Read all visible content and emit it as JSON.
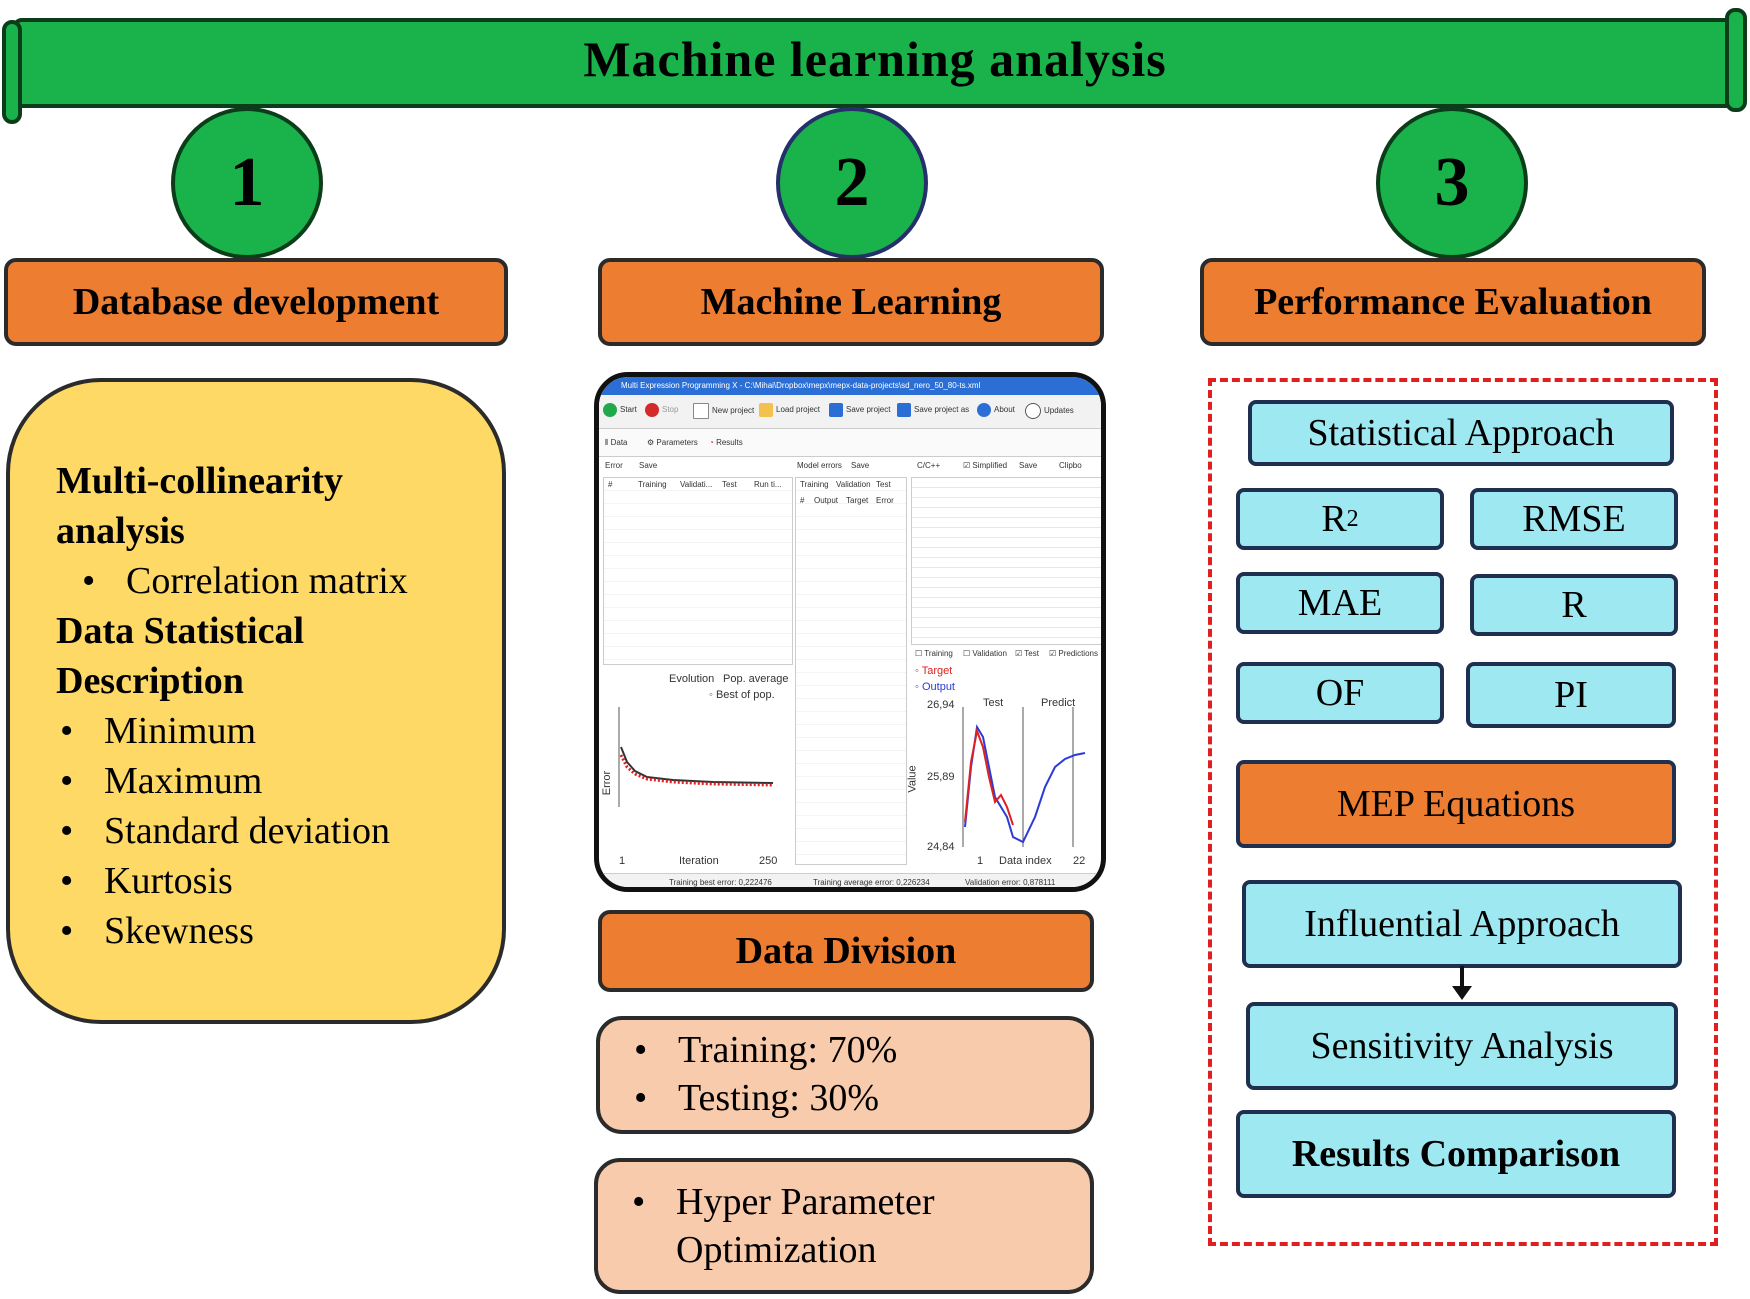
{
  "banner": {
    "title": "Machine learning analysis"
  },
  "steps": [
    {
      "number": "1",
      "header": "Database development"
    },
    {
      "number": "2",
      "header": "Machine Learning"
    },
    {
      "number": "3",
      "header": "Performance Evaluation"
    }
  ],
  "database": {
    "heading1": "Multi-collinearity",
    "heading1b": "analysis",
    "sub1": "Correlation matrix",
    "heading2": "Data Statistical",
    "heading2b": "Description",
    "items": [
      "Minimum",
      "Maximum",
      "Standard deviation",
      "Kurtosis",
      "Skewness"
    ]
  },
  "ml": {
    "screenshot": {
      "title": "Multi Expression Programming X - C:\\Mihai\\Dropbox\\mepx\\mepx-data-projects\\sd_nero_50_80-ts.xml",
      "toolbar": [
        "Start",
        "Stop",
        "New project",
        "Load project",
        "Save project",
        "Save project as",
        "About",
        "Updates"
      ],
      "tabs": [
        "Data",
        "Parameters",
        "Results"
      ],
      "error_label": "Error",
      "model_errors": "Model errors",
      "save": "Save",
      "code_lang": "C/C++",
      "simplified": "Simplified",
      "clipboard": "Clipbo",
      "cols1": [
        "#",
        "Training",
        "Validati...",
        "Test",
        "Run ti..."
      ],
      "cols2": [
        "Training",
        "Validation",
        "Test"
      ],
      "cols3": [
        "#",
        "Output",
        "Target",
        "Error"
      ],
      "evolution_label": "Evolution",
      "pop_average": "Pop. average",
      "best_of_pop": "Best of pop.",
      "error_axis": "Error",
      "iteration": "Iteration",
      "iter_start": "1",
      "iter_end": "250",
      "checkboxes": [
        "Training",
        "Validation",
        "Test",
        "Predictions"
      ],
      "target_legend": "Target",
      "output_legend": "Output",
      "value_axis": "Value",
      "y_ticks": [
        "26,94",
        "25,89",
        "24,84"
      ],
      "test_lbl": "Test",
      "predict_lbl": "Predict",
      "data_index": "Data index",
      "di_start": "1",
      "di_end": "22",
      "status": [
        "Training best error: 0,222476",
        "Training average error: 0,226234",
        "Validation error: 0,878111"
      ]
    },
    "division_header": "Data Division",
    "division_items": [
      "Training:  70%",
      "Testing:  30%"
    ],
    "hyper_line1": "Hyper Parameter",
    "hyper_line2": "Optimization"
  },
  "eval": {
    "statistical": "Statistical Approach",
    "metrics": [
      "R",
      "RMSE",
      "MAE",
      "R",
      "OF",
      "PI"
    ],
    "r2_sup": "2",
    "mep": "MEP Equations",
    "influential": "Influential Approach",
    "sensitivity": "Sensitivity Analysis",
    "results": "Results Comparison"
  },
  "colors": {
    "green": "#19b24b",
    "orange": "#ed7d31",
    "yellow": "#ffd966",
    "peach": "#f8cbad",
    "cyan": "#9ee8f2",
    "dashed_red": "#e02020"
  }
}
